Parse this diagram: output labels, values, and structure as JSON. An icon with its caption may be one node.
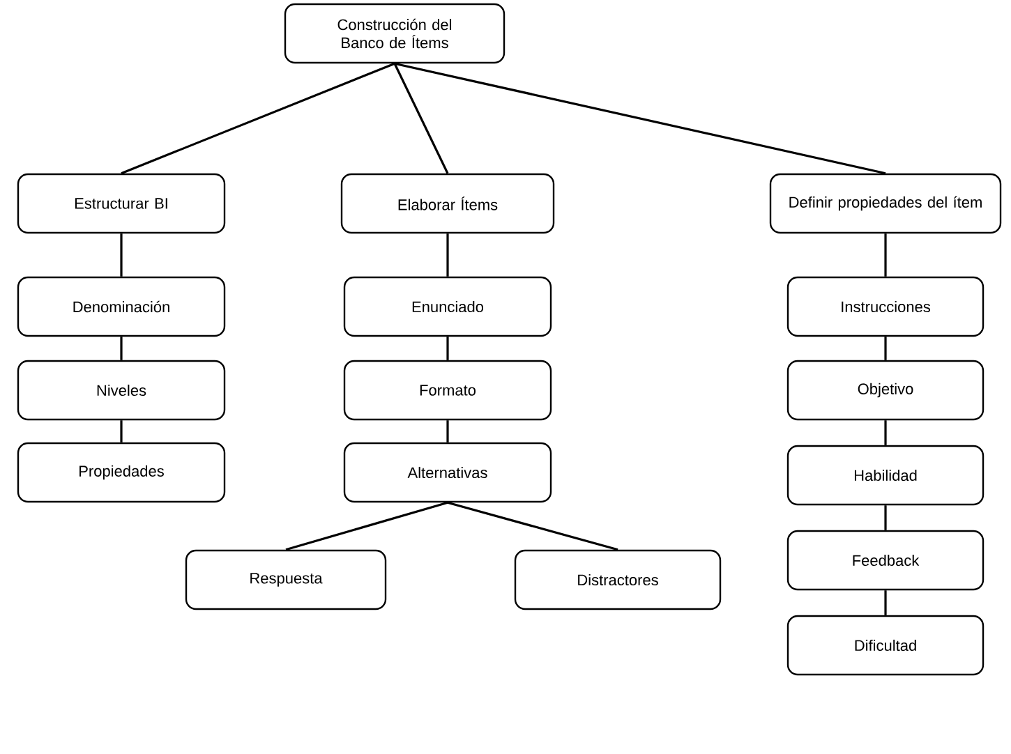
{
  "diagram": {
    "nodes": [
      {
        "text": [
          "Construcción del Banco de Ítems"
        ]
      },
      {
        "text": [
          "Estructurar BI"
        ]
      },
      {
        "text": [
          "Denominación"
        ]
      },
      {
        "text": [
          "Niveles"
        ]
      },
      {
        "text": [
          "Propiedades"
        ]
      },
      {
        "text": [
          "Elaborar Ítems"
        ]
      },
      {
        "text": [
          "Enunciado"
        ]
      },
      {
        "text": [
          "Formato"
        ]
      },
      {
        "text": [
          "Alternativas"
        ]
      },
      {
        "text": [
          "Respuesta"
        ]
      },
      {
        "text": [
          "Distractores"
        ]
      },
      {
        "text": [
          "Definir propiedades del ítem"
        ]
      },
      {
        "text": [
          "Instrucciones"
        ]
      },
      {
        "text": [
          "Objetivo"
        ]
      },
      {
        "text": [
          "Habilidad"
        ]
      },
      {
        "text": [
          "Feedback"
        ]
      },
      {
        "text": [
          "Dificultad"
        ]
      }
    ],
    "edges": [
      {
        "from": 0,
        "to": 1,
        "arrow": "none"
      },
      {
        "from": 0,
        "to": 5,
        "arrow": "none"
      },
      {
        "from": 0,
        "to": 11,
        "arrow": "none"
      },
      {
        "from": 1,
        "to": 2,
        "arrow": "none"
      },
      {
        "from": 2,
        "to": 3,
        "arrow": "none"
      },
      {
        "from": 3,
        "to": 4,
        "arrow": "none"
      },
      {
        "from": 5,
        "to": 6,
        "arrow": "none"
      },
      {
        "from": 6,
        "to": 7,
        "arrow": "none"
      },
      {
        "from": 7,
        "to": 8,
        "arrow": "none"
      },
      {
        "from": 8,
        "to": 9,
        "arrow": "none"
      },
      {
        "from": 8,
        "to": 10,
        "arrow": "none"
      },
      {
        "from": 11,
        "to": 12,
        "arrow": "none"
      },
      {
        "from": 12,
        "to": 13,
        "arrow": "none"
      },
      {
        "from": 13,
        "to": 14,
        "arrow": "none"
      },
      {
        "from": 14,
        "to": 15,
        "arrow": "none"
      },
      {
        "from": 15,
        "to": 16,
        "arrow": "none"
      }
    ]
  }
}
